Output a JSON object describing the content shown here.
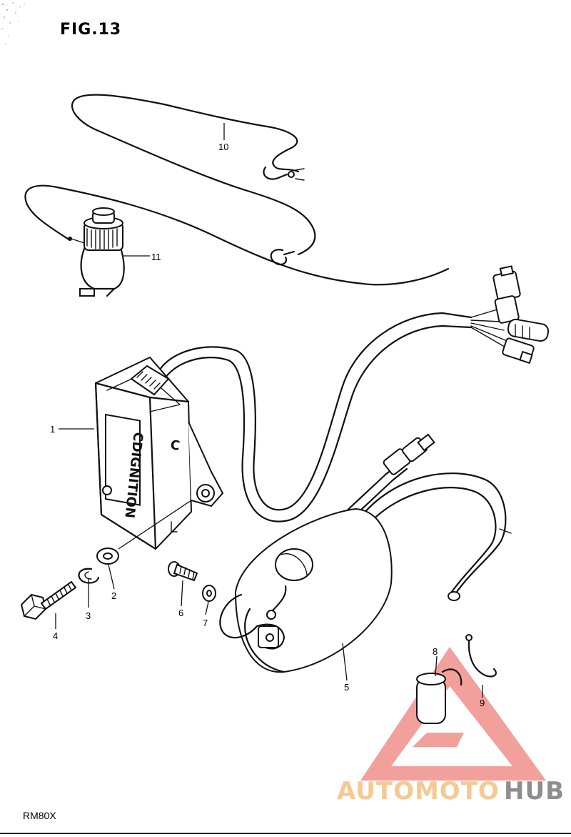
{
  "figure": {
    "title": "FIG.13",
    "model_code": "RM80X"
  },
  "callouts": [
    {
      "id": "1",
      "label": "1"
    },
    {
      "id": "2",
      "label": "2"
    },
    {
      "id": "3",
      "label": "3"
    },
    {
      "id": "4",
      "label": "4"
    },
    {
      "id": "5",
      "label": "5"
    },
    {
      "id": "6",
      "label": "6"
    },
    {
      "id": "7",
      "label": "7"
    },
    {
      "id": "8",
      "label": "8"
    },
    {
      "id": "9",
      "label": "9"
    },
    {
      "id": "10",
      "label": "10"
    },
    {
      "id": "11",
      "label": "11"
    }
  ],
  "cdi_unit": {
    "brand_text": "CDIGNITION",
    "side_letter": "C"
  },
  "watermark": {
    "part1": "AUTOMOTO",
    "part2": "HUB",
    "colors": {
      "triangle": "#f08f8a",
      "part1": "#f6c892",
      "part2": "#8e8e8e"
    }
  }
}
